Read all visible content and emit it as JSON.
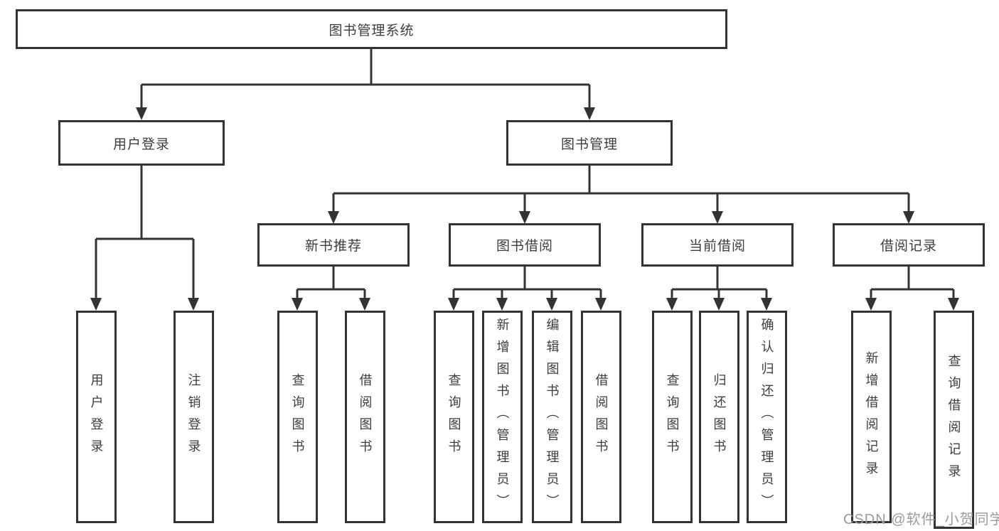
{
  "tree": {
    "label": "图书管理系统",
    "children": [
      {
        "label": "用户登录",
        "children": [
          {
            "label": "用户登录"
          },
          {
            "label": "注销登录"
          }
        ]
      },
      {
        "label": "图书管理",
        "children": [
          {
            "label": "新书推荐",
            "children": [
              {
                "label": "查询图书"
              },
              {
                "label": "借阅图书"
              }
            ]
          },
          {
            "label": "图书借阅",
            "children": [
              {
                "label": "查询图书"
              },
              {
                "label": "新增图书（管理员）"
              },
              {
                "label": "编辑图书（管理员）"
              },
              {
                "label": "借阅图书"
              }
            ]
          },
          {
            "label": "当前借阅",
            "children": [
              {
                "label": "查询图书"
              },
              {
                "label": "归还图书"
              },
              {
                "label": "确认归还（管理员）"
              }
            ]
          },
          {
            "label": "借阅记录",
            "children": [
              {
                "label": "新增借阅记录"
              },
              {
                "label": "查询借阅记录"
              }
            ]
          }
        ]
      }
    ]
  },
  "watermark": {
    "text": "CSDN @软件_小贺同学"
  },
  "colors": {
    "line": "#333333",
    "box_border": "#333333",
    "box_fill": "#ffffff",
    "text": "#3d3d3d",
    "watermark": "#9b9b9b",
    "background": "#ffffff"
  }
}
